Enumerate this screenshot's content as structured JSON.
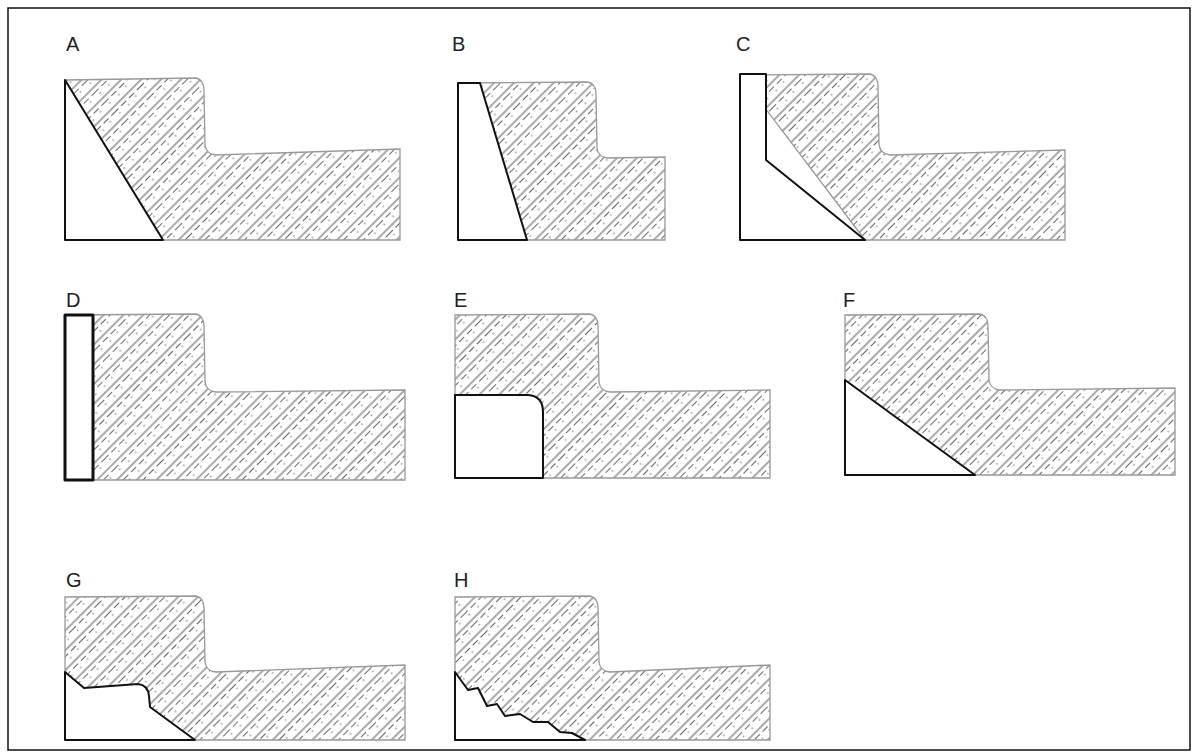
{
  "diagram": {
    "labels": [
      "A",
      "B",
      "C",
      "D",
      "E",
      "F",
      "G",
      "H"
    ]
  }
}
